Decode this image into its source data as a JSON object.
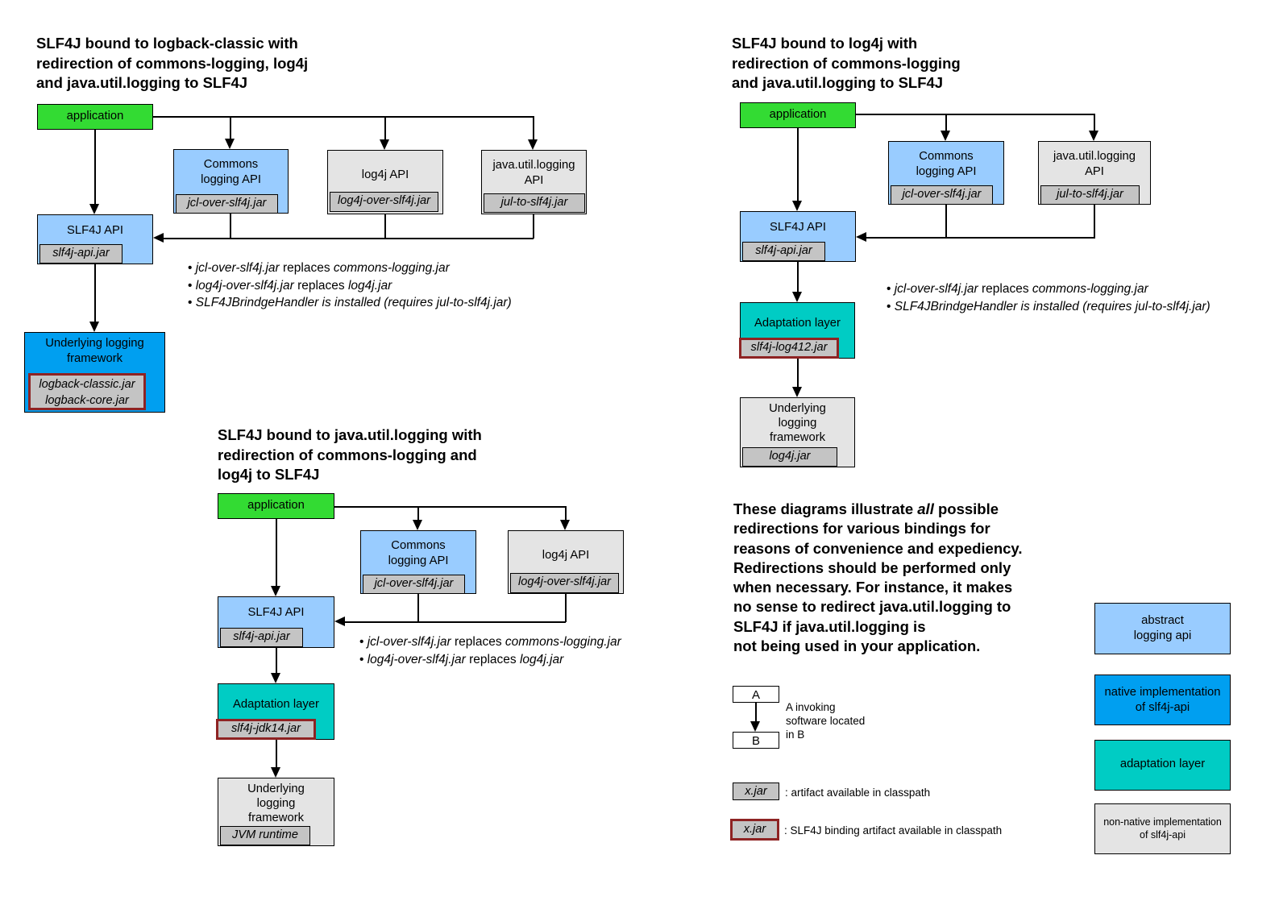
{
  "colors": {
    "application": "#33DB33",
    "abstract_api": "#99CCFF",
    "native_impl": "#009FF0",
    "adaptation": "#00CCC4",
    "non_native": "#E4E4E4",
    "artifact": "#C4C4C4",
    "binding_border": "#8E2323"
  },
  "d1": {
    "title_lines": [
      "SLF4J bound to logback-classic with",
      "redirection of commons-logging, log4j",
      "and java.util.logging to SLF4J"
    ],
    "app_label": "application",
    "commons_label_lines": [
      "Commons",
      "logging API"
    ],
    "commons_jar": "jcl-over-slf4j.jar",
    "log4j_label": "log4j API",
    "log4j_jar": "log4j-over-slf4j.jar",
    "jul_label_lines": [
      "java.util.logging",
      "API"
    ],
    "jul_jar": "jul-to-slf4j.jar",
    "slf4j_label": "SLF4J API",
    "slf4j_jar": "slf4j-api.jar",
    "underlying_label_lines": [
      "Underlying logging",
      "framework"
    ],
    "underlying_jar_lines": [
      "logback-classic.jar",
      "logback-core.jar"
    ],
    "bullets": [
      [
        {
          "t": "• ",
          "i": false
        },
        {
          "t": "jcl-over-slf4j.jar",
          "i": true
        },
        {
          "t": " replaces ",
          "i": false
        },
        {
          "t": "commons-logging.jar",
          "i": true
        }
      ],
      [
        {
          "t": "• ",
          "i": false
        },
        {
          "t": "log4j-over-slf4j.jar",
          "i": true
        },
        {
          "t": " replaces ",
          "i": false
        },
        {
          "t": "log4j.jar",
          "i": true
        }
      ],
      [
        {
          "t": "• ",
          "i": false
        },
        {
          "t": "SLF4JBrindgeHandler is installed (requires jul-to-slf4j.jar)",
          "i": true
        }
      ]
    ]
  },
  "d2": {
    "title_lines": [
      "SLF4J bound to log4j with",
      "redirection of commons-logging",
      "and java.util.logging to SLF4J"
    ],
    "app_label": "application",
    "commons_label_lines": [
      "Commons",
      "logging API"
    ],
    "commons_jar": "jcl-over-slf4j.jar",
    "jul_label_lines": [
      "java.util.logging",
      "API"
    ],
    "jul_jar": "jul-to-slf4j.jar",
    "slf4j_label": "SLF4J API",
    "slf4j_jar": "slf4j-api.jar",
    "adaptation_label": "Adaptation layer",
    "adaptation_jar": "slf4j-log412.jar",
    "underlying_label_lines": [
      "Underlying",
      "logging",
      "framework"
    ],
    "underlying_jar": "log4j.jar",
    "bullets": [
      [
        {
          "t": "• ",
          "i": false
        },
        {
          "t": "jcl-over-slf4j.jar",
          "i": true
        },
        {
          "t": " replaces ",
          "i": false
        },
        {
          "t": "commons-logging.jar",
          "i": true
        }
      ],
      [
        {
          "t": "• ",
          "i": false
        },
        {
          "t": "SLF4JBrindgeHandler is installed (requires jul-to-slf4j.jar)",
          "i": true
        }
      ]
    ]
  },
  "d3": {
    "title_lines": [
      "SLF4J bound to java.util.logging with",
      "redirection of commons-logging and",
      "log4j to SLF4J"
    ],
    "app_label": "application",
    "commons_label_lines": [
      "Commons",
      "logging API"
    ],
    "commons_jar": "jcl-over-slf4j.jar",
    "log4j_label": "log4j API",
    "log4j_jar": "log4j-over-slf4j.jar",
    "slf4j_label": "SLF4J API",
    "slf4j_jar": "slf4j-api.jar",
    "adaptation_label": "Adaptation layer",
    "adaptation_jar": "slf4j-jdk14.jar",
    "underlying_label_lines": [
      "Underlying",
      "logging",
      "framework"
    ],
    "underlying_jar": "JVM runtime",
    "bullets": [
      [
        {
          "t": "• ",
          "i": false
        },
        {
          "t": "jcl-over-slf4j.jar",
          "i": true
        },
        {
          "t": " replaces ",
          "i": false
        },
        {
          "t": "commons-logging.jar",
          "i": true
        }
      ],
      [
        {
          "t": "• ",
          "i": false
        },
        {
          "t": "log4j-over-slf4j.jar",
          "i": true
        },
        {
          "t": " replaces ",
          "i": false
        },
        {
          "t": "log4j.jar",
          "i": true
        }
      ]
    ]
  },
  "note_lines": [
    [
      {
        "t": "These diagrams illustrate ",
        "i": false
      },
      {
        "t": "all",
        "i": true
      },
      {
        "t": " possible",
        "i": false
      }
    ],
    [
      {
        "t": "redirections for various bindings for",
        "i": false
      }
    ],
    [
      {
        "t": "reasons of convenience and expediency.",
        "i": false
      }
    ],
    [
      {
        "t": "Redirections should be performed only",
        "i": false
      }
    ],
    [
      {
        "t": "when necessary. For instance, it makes",
        "i": false
      }
    ],
    [
      {
        "t": "no sense to redirect java.util.logging to",
        "i": false
      }
    ],
    [
      {
        "t": "SLF4J if java.util.logging is",
        "i": false
      }
    ],
    [
      {
        "t": "not being used in your application.",
        "i": false
      }
    ]
  ],
  "legend": {
    "a_label": "A",
    "b_label": "B",
    "ab_caption_lines": [
      "A invoking",
      "software located",
      "in B"
    ],
    "xjar_label": "x.jar",
    "xjar_caption": ": artifact available in classpath",
    "xjar_binding_label": "x.jar",
    "xjar_binding_caption": ": SLF4J binding artifact available in classpath",
    "abstract_lines": [
      "abstract",
      "logging api"
    ],
    "native_lines": [
      "native implementation",
      "of slf4j-api"
    ],
    "adaptation_lines": [
      "adaptation layer"
    ],
    "non_native_lines": [
      "non-native implementation",
      "of slf4j-api"
    ]
  }
}
